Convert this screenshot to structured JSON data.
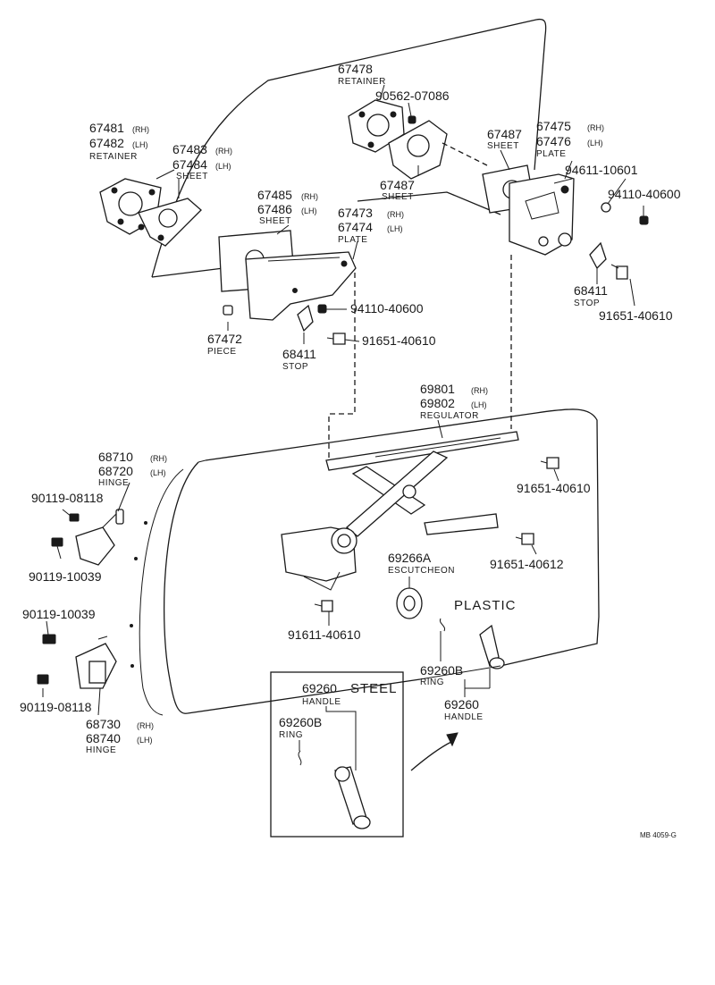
{
  "parts": {
    "p67481": {
      "num": "67481",
      "side": "(RH)"
    },
    "p67482": {
      "num": "67482",
      "side": "(LH)",
      "desc": "RETAINER"
    },
    "p67483": {
      "num": "67483",
      "side": "(RH)"
    },
    "p67484": {
      "num": "67484",
      "side": "(LH)",
      "desc": "SHEET"
    },
    "p67478": {
      "num": "67478",
      "desc": "RETAINER"
    },
    "p90562": {
      "num": "90562-07086"
    },
    "p67487a": {
      "num": "67487",
      "desc": "SHEET"
    },
    "p67487b": {
      "num": "67487",
      "desc": "SHEET"
    },
    "p67475": {
      "num": "67475",
      "side": "(RH)"
    },
    "p67476": {
      "num": "67476",
      "side": "(LH)",
      "desc": "PLATE"
    },
    "p94611": {
      "num": "94611-10601"
    },
    "p94110a": {
      "num": "94110-40600"
    },
    "p94110b": {
      "num": "94110-40600"
    },
    "p67485": {
      "num": "67485",
      "side": "(RH)"
    },
    "p67486": {
      "num": "67486",
      "side": "(LH)",
      "desc": "SHEET"
    },
    "p67473": {
      "num": "67473",
      "side": "(RH)"
    },
    "p67474": {
      "num": "67474",
      "side": "(LH)",
      "desc": "PLATE"
    },
    "p67472": {
      "num": "67472",
      "desc": "PIECE"
    },
    "p68411a": {
      "num": "68411",
      "desc": "STOP"
    },
    "p68411b": {
      "num": "68411",
      "desc": "STOP"
    },
    "p91651a": {
      "num": "91651-40610"
    },
    "p91651b": {
      "num": "91651-40610"
    },
    "p91651c": {
      "num": "91651-40610"
    },
    "p91651d": {
      "num": "91651-40612"
    },
    "p69801": {
      "num": "69801",
      "side": "(RH)"
    },
    "p69802": {
      "num": "69802",
      "side": "(LH)",
      "desc": "REGULATOR"
    },
    "p68710": {
      "num": "68710",
      "side": "(RH)"
    },
    "p68720": {
      "num": "68720",
      "side": "(LH)",
      "desc": "HINGE"
    },
    "p90119a": {
      "num": "90119-08118"
    },
    "p90119b": {
      "num": "90119-10039"
    },
    "p90119c": {
      "num": "90119-10039"
    },
    "p90119d": {
      "num": "90119-08118"
    },
    "p68730": {
      "num": "68730",
      "side": "(RH)"
    },
    "p68740": {
      "num": "68740",
      "side": "(LH)",
      "desc": "HINGE"
    },
    "p69266A": {
      "num": "69266A",
      "desc": "ESCUTCHEON"
    },
    "p91611": {
      "num": "91611-40610"
    },
    "p69260Ba": {
      "num": "69260B",
      "desc": "RING"
    },
    "p69260a": {
      "num": "69260",
      "desc": "HANDLE"
    },
    "p69260b": {
      "num": "69260",
      "desc": "HANDLE"
    },
    "p69260Bb": {
      "num": "69260B",
      "desc": "RING"
    }
  },
  "labels": {
    "plastic": "PLASTIC",
    "steel": "STEEL",
    "code": "MB 4059-G"
  }
}
